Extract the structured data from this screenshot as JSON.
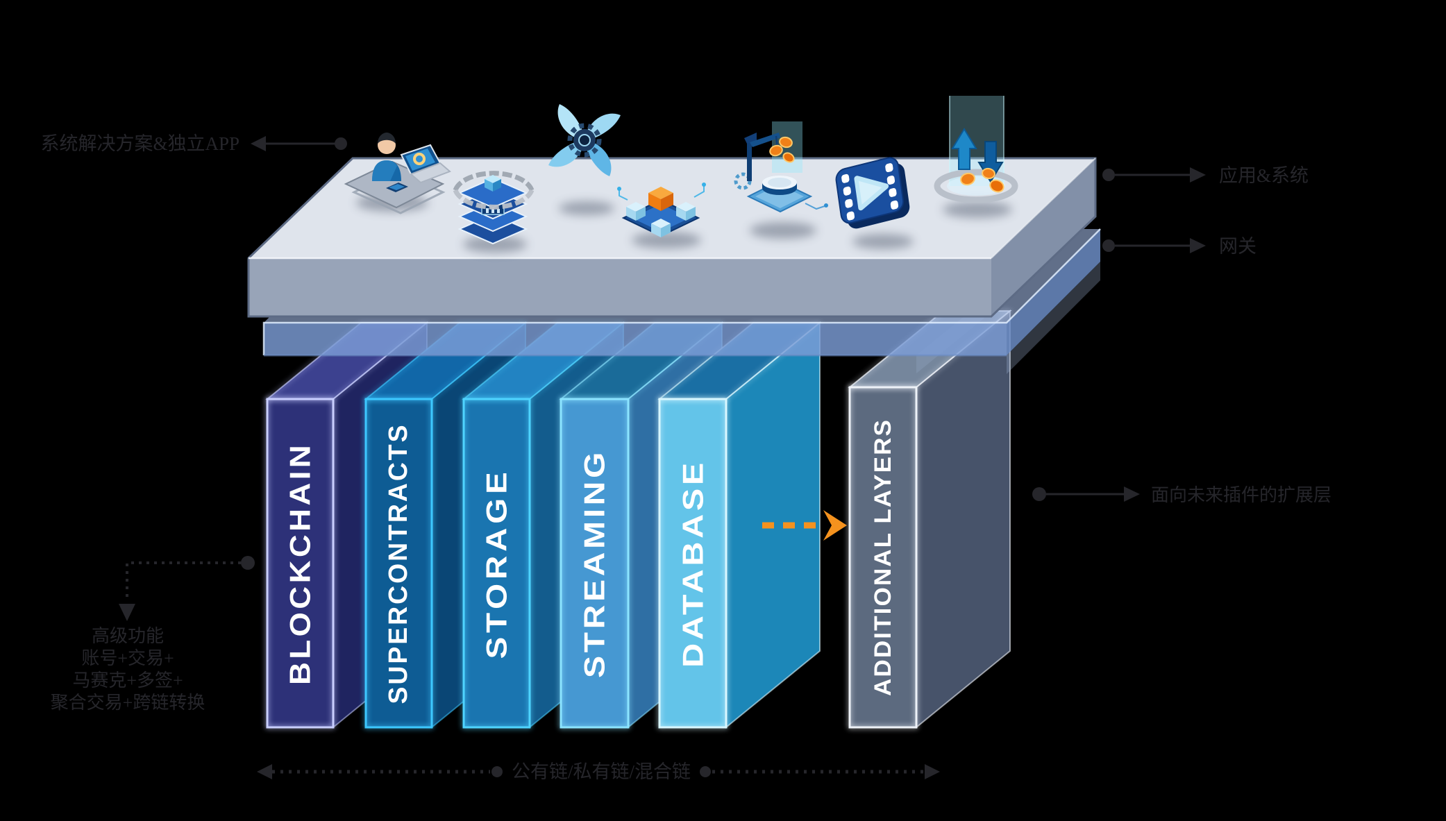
{
  "colors": {
    "background": "#000000",
    "annotation": "#26262b",
    "orange": "#f5921e",
    "platform_top": "#dfe4ec",
    "platform_front": "#98a4b8",
    "platform_side": "#8290a8",
    "platform_outline": "#5d6b85",
    "platform_top_edge": "#f4f7fb",
    "glass_front": "rgba(125,158,215,0.82)",
    "glass_top": "rgba(161,185,229,0.60)",
    "glass_side": "rgba(108,141,198,0.85)",
    "glass_edge": "rgba(225,238,255,0.85)",
    "beam": "rgba(159,180,212,0.30)",
    "icon_shadow": "#4a5366"
  },
  "annotations": {
    "top_left_label": "系统解决方案&独立APP",
    "app_system_label": "应用&系统",
    "gateway_label": "网关",
    "extension_label": "面向未来插件的扩展层",
    "advanced_features": {
      "lines": [
        "高级功能",
        "账号+交易+",
        "马赛克+多签+",
        "聚合交易+跨链转换"
      ]
    },
    "chain_types_label": "公有链/私有链/混合链"
  },
  "pillars": [
    {
      "label": "BLOCKCHAIN",
      "front": "#2d3178",
      "side": "#1f2460",
      "top": "#3c418f",
      "edge": "#c9cfff"
    },
    {
      "label": "SUPERCONTRACTS",
      "front": "#0e5c94",
      "side": "#0a4675",
      "top": "#1167a8",
      "edge": "#3ec8ff"
    },
    {
      "label": "STORAGE",
      "front": "#1a75b0",
      "side": "#135c8d",
      "top": "#2283c2",
      "edge": "#4fd4ff"
    },
    {
      "label": "STREAMING",
      "front": "#4698d2",
      "side": "#2f6fa4",
      "top": "#1a6b99",
      "edge": "#8ce4ff"
    },
    {
      "label": "DATABASE",
      "front": "#63c4e9",
      "side": "#1c87b8",
      "top": "#1a6fa4",
      "edge": "#d8f7ff"
    },
    {
      "label": "ADDITIONAL LAYERS",
      "front": "#5c6a7f",
      "side": "#47536a",
      "top": "#75869c",
      "edge": "#eef2f8"
    }
  ],
  "platform_icons": [
    "developer-workstation",
    "server-stack",
    "turbine-drone",
    "cube-network",
    "crane-coins",
    "media-player",
    "exchange-portal"
  ]
}
